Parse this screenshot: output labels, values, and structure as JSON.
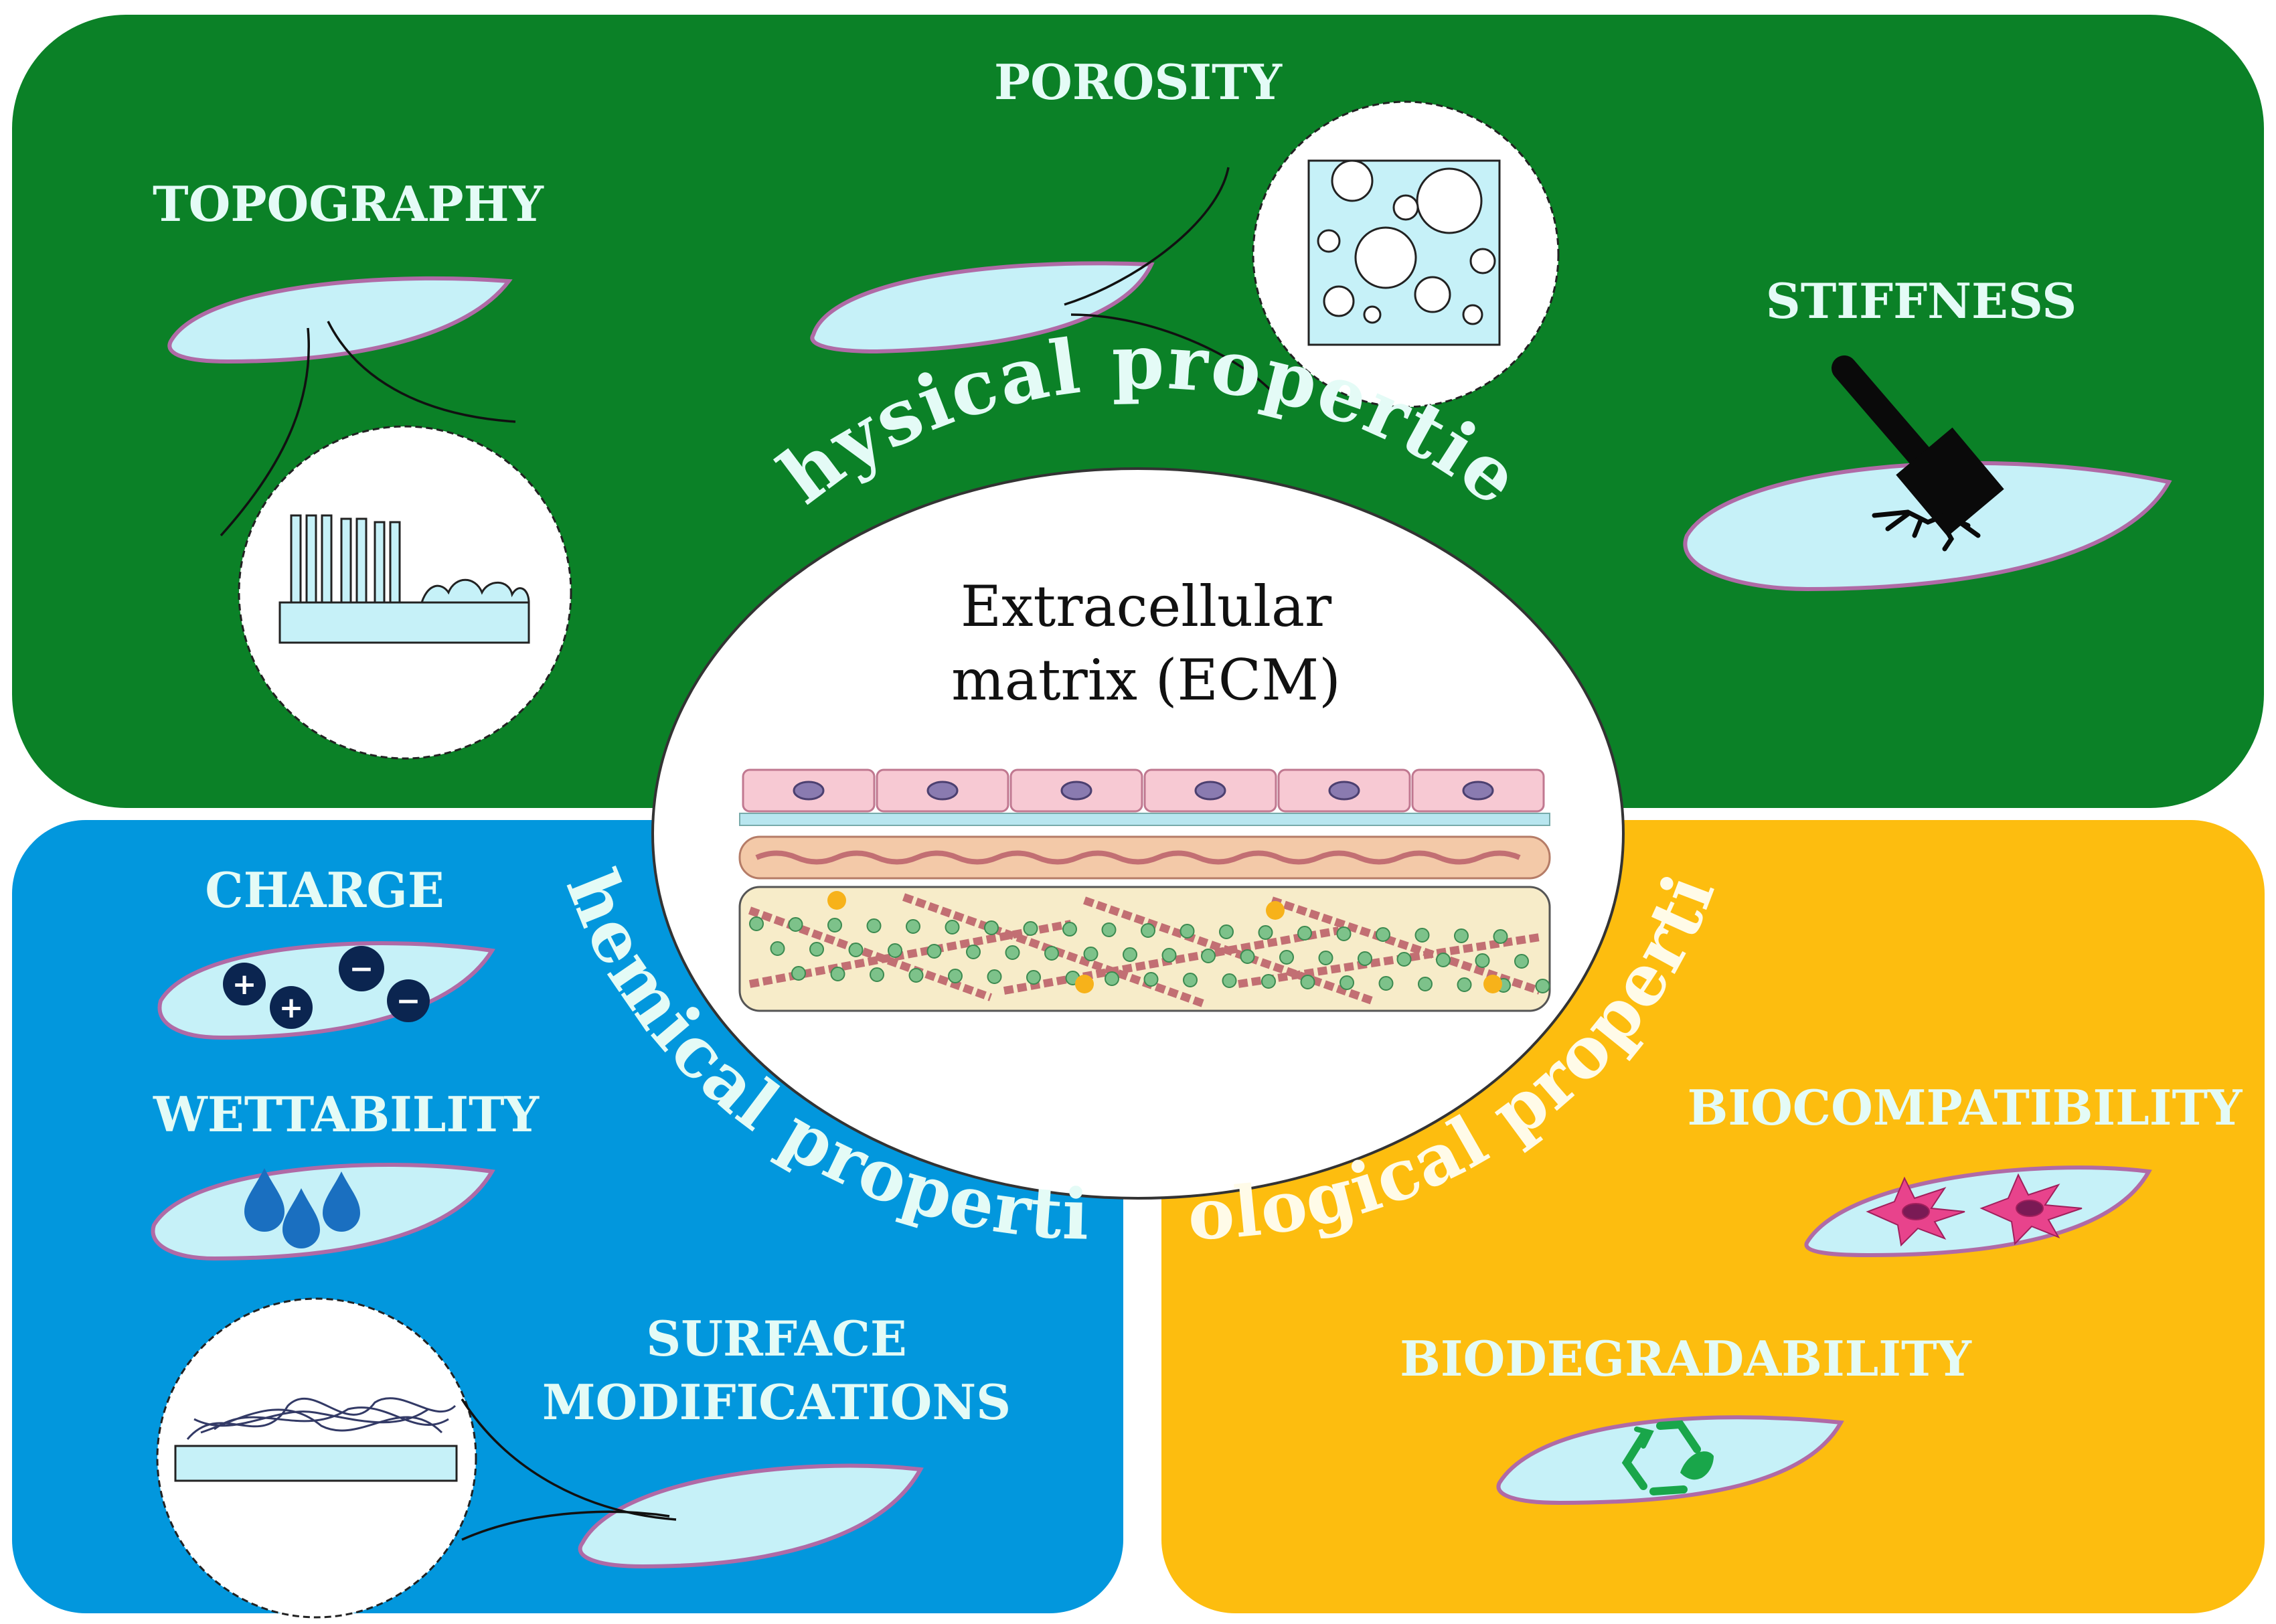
{
  "center": {
    "title_line1": "Extracellular",
    "title_line2": "matrix (ECM)"
  },
  "physical": {
    "heading": "Physical properties",
    "color": "#0b8127",
    "items": {
      "topography": "TOPOGRAPHY",
      "porosity": "POROSITY",
      "stiffness": "STIFFNESS"
    }
  },
  "chemical": {
    "heading": "Chemical properties",
    "color": "#0297dd",
    "items": {
      "charge": "CHARGE",
      "wettability": "WETTABILITY",
      "surface_line1": "SURFACE",
      "surface_line2": "MODIFICATIONS"
    }
  },
  "biological": {
    "heading": "Biological properties",
    "color": "#fdbd0f",
    "items": {
      "biocompatibility": "BIOCOMPATIBILITY",
      "biodegradability": "BIODEGRADABILITY"
    }
  },
  "charges": [
    "+",
    "+",
    "−",
    "−"
  ],
  "colors": {
    "sample_fill": "#c6f1f8",
    "sample_edge": "#b06aa6",
    "label_text": "#e4fbf6",
    "cell_fill": "#f7c9d3",
    "cell_nucleus": "#8a7bb0",
    "collagen": "#c26f73",
    "proteoglycan": "#7dc28a",
    "charge_marker": "#0b2550",
    "water_drop": "#1a6fc0",
    "spiky_cell": "#e8438c",
    "recycle": "#19a64a"
  },
  "icons": [
    "hammer-icon",
    "water-drop-icon",
    "recycle-icon",
    "spiky-cell-icon"
  ]
}
